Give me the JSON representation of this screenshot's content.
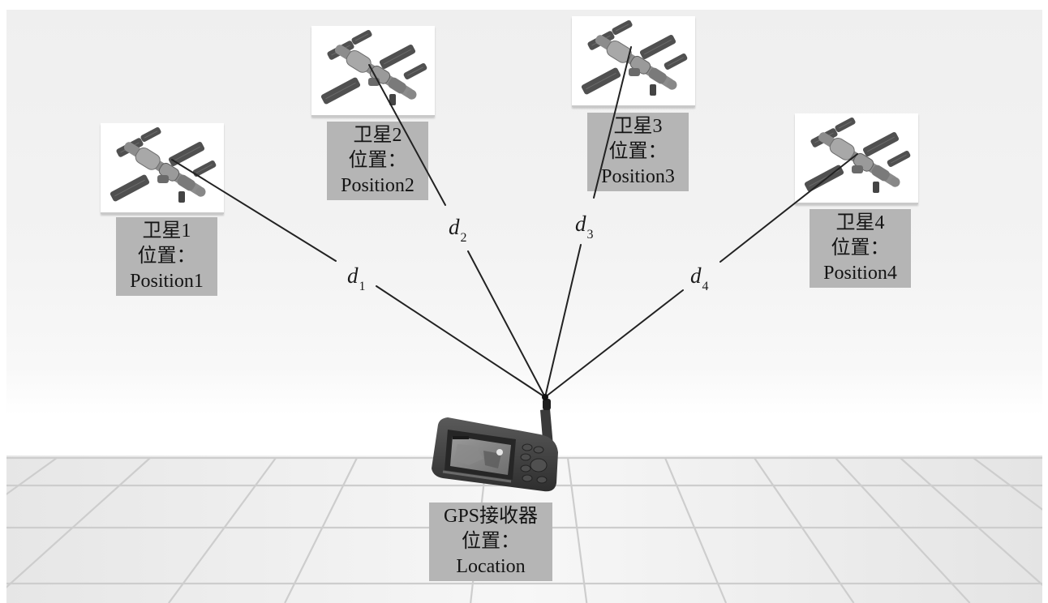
{
  "diagram": {
    "title": "GPS positioning: receiver distance to four satellites",
    "satellites": [
      {
        "id": "1",
        "name": "卫星1",
        "position_label": "位置：",
        "position_value": "Position1",
        "distance_symbol": "d",
        "distance_index": "1"
      },
      {
        "id": "2",
        "name": "卫星2",
        "position_label": "位置：",
        "position_value": "Position2",
        "distance_symbol": "d",
        "distance_index": "2"
      },
      {
        "id": "3",
        "name": "卫星3",
        "position_label": "位置：",
        "position_value": "Position3",
        "distance_symbol": "d",
        "distance_index": "3"
      },
      {
        "id": "4",
        "name": "卫星4",
        "position_label": "位置：",
        "position_value": "Position4",
        "distance_symbol": "d",
        "distance_index": "4"
      }
    ],
    "receiver": {
      "name": "GPS接收器",
      "position_label": "位置：",
      "position_value": "Location"
    },
    "icons": {
      "satellite": "space-station-icon",
      "receiver": "gps-handheld-device-icon"
    },
    "colors": {
      "label_background": "#b5b5b5",
      "line": "#222222",
      "background": "#f0f0f0",
      "floor_grid": "#cfcfcf"
    }
  }
}
